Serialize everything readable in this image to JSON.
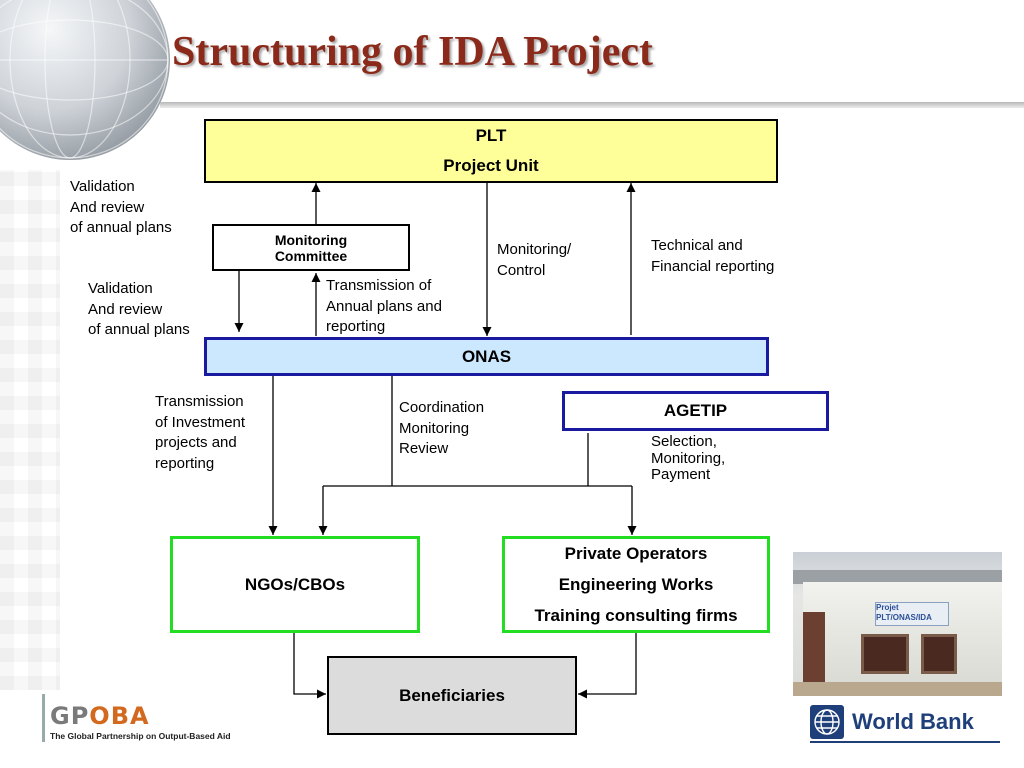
{
  "title": "Structuring of  IDA Project",
  "boxes": {
    "plt": {
      "line1": "PLT",
      "line2": "Project Unit"
    },
    "monitoring_committee": {
      "line1": "Monitoring",
      "line2": "Committee"
    },
    "onas": "ONAS",
    "agetip": "AGETIP",
    "ngos": "NGOs/CBOs",
    "private_operators": {
      "line1": "Private Operators",
      "line2": "Engineering Works",
      "line3": "Training consulting firms"
    },
    "beneficiaries": "Beneficiaries"
  },
  "labels": {
    "validation_top": [
      "Validation",
      "And review",
      "of annual plans"
    ],
    "validation_mid": [
      "Validation",
      "And review",
      "of annual plans"
    ],
    "transmission_annual": [
      "Transmission of",
      "Annual plans and",
      "reporting"
    ],
    "monitoring_control": [
      "Monitoring/",
      "Control"
    ],
    "technical_financial": [
      "Technical and",
      "Financial reporting"
    ],
    "transmission_investment": [
      "Transmission",
      "of Investment",
      "projects and",
      "reporting"
    ],
    "coordination": [
      "Coordination",
      "Monitoring",
      "Review"
    ],
    "selection": [
      "Selection,",
      "Monitoring,",
      "Payment"
    ]
  },
  "photo_sign": "Projet PLT/ONAS/IDA",
  "logos": {
    "gpoba": {
      "name_part1": "GP",
      "name_part2": "OBA",
      "tagline": "The Global Partnership on Output-Based Aid"
    },
    "world_bank": "World Bank"
  },
  "colors": {
    "title": "#8b2a1a",
    "plt_fill": "#ffff99",
    "onas_fill": "#cce8ff",
    "blue_border": "#1a1aa0",
    "green_border": "#22dd22",
    "beneficiaries_fill": "#dcdcdc"
  }
}
